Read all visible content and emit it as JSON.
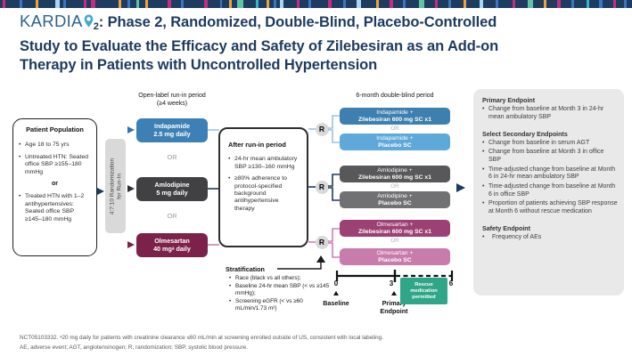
{
  "header": {
    "logo_text": "KARDIA",
    "logo_sub": "2",
    "title_line1": ": Phase 2, Randomized, Double-Blind, Placebo-Controlled",
    "title_line2": "Study to Evaluate the Efficacy and Safety of Zilebesiran as an Add-on",
    "title_line3": "Therapy in Patients with Uncontrolled Hypertension"
  },
  "patient_population": {
    "title": "Patient Population",
    "bullet1": "Age 18 to 75 yrs",
    "bullet2": "Untreated HTN: Seated office SBP ≥155–180 mmHg",
    "or": "or",
    "bullet3": "Treated HTN with 1–2 antihypertensives: Seated office SBP ≥145–180 mmHg"
  },
  "randomization_bar": {
    "line1": "4:7:10 Randomization",
    "line2": "for Run-In"
  },
  "run_in": {
    "header_line1": "Open-label run-in period",
    "header_line2": "(≥4 weeks)",
    "or": "OR",
    "drugs": [
      {
        "line1": "Indapamide",
        "line2": "2.5 mg daily"
      },
      {
        "line1": "Amlodipine",
        "line2": "5 mg daily"
      },
      {
        "line1": "Olmesartan",
        "line2": "40 mgᵃ daily"
      }
    ]
  },
  "after_run_in": {
    "title": "After run-in period",
    "bullet1": "24-hr mean ambulatory SBP ≥130–160 mmHg",
    "bullet2": "≥80% adherence to protocol-specified background antihypertensive therapy"
  },
  "double_blind": {
    "header": "6-month double-blind period",
    "r_label": "R",
    "or": "OR",
    "pairs": [
      {
        "top1": "Indapamide +",
        "top2": "Zilebesiran 600 mg SC x1",
        "bot1": "Indapamide +",
        "bot2": "Placebo SC"
      },
      {
        "top1": "Amlodipine +",
        "top2": "Zilebesiran 600 mg SC x1",
        "bot1": "Amlodipine +",
        "bot2": "Placebo SC"
      },
      {
        "top1": "Olmesartan +",
        "top2": "Zilebesiran 600 mg SC x1",
        "bot1": "Olmesartan +",
        "bot2": "Placebo SC"
      }
    ]
  },
  "stratification": {
    "title": "Stratification",
    "bullet1": "Race (black vs all others);",
    "bullet2": "Baseline 24-hr mean SBP (< vs ≥145 mmHg);",
    "bullet3": "Screening eGFR (< vs ≥60 mL/min/1.73 m²)"
  },
  "timeline": {
    "tick0": "0",
    "tick3": "3",
    "tick6": "6",
    "baseline_label": "Baseline",
    "primary_label1": "Primary",
    "primary_label2": "Endpoint",
    "rescue": "Rescue medication permitted"
  },
  "endpoints_panel": {
    "primary_title": "Primary Endpoint",
    "primary_b1": "Change from baseline at Month 3 in 24-hr mean ambulatory SBP",
    "secondary_title": "Select Secondary Endpoints",
    "secondary_b1": "Change from baseline in serum AGT",
    "secondary_b2": "Change from baseline at Month 3 in office SBP",
    "secondary_b3": "Time-adjusted change from baseline at Month 6 in 24-hr mean ambulatory SBP",
    "secondary_b4": "Time-adjusted change from baseline at Month 6 in office SBP",
    "secondary_b5": "Proportion of patients achieving SBP response at Month 6 without rescue medication",
    "safety_title": "Safety Endpoint",
    "safety_b1": "Frequency of AEs"
  },
  "footnotes": {
    "line1": "NCT05103332. ᵃ20 mg daily for patients with creatinine clearance ≤60 mL/min at screening enrolled outside of US, consistent with local labeling.",
    "line2": "AE, adverse event; AGT, angiotensinogen; R, randomization; SBP, systolic blood pressure."
  },
  "colors": {
    "c-navy": "#1d3a5f",
    "c-kardia": "#2f6293",
    "c-pin": "#45a5d9",
    "c-ind": "#3c80b5",
    "c-ind-zil": "#3d7fae",
    "c-ind-pbo": "#5ea9da",
    "c-aml": "#414042",
    "c-aml-zil": "#58585a",
    "c-aml-pbo": "#717174",
    "c-olm": "#7c2149",
    "c-olm-zil": "#9d4174",
    "c-olm-pbo": "#c77cab",
    "c-line-blue": "#9cc3e5",
    "c-line-pink": "#cf7fb4",
    "c-graybar": "#d9d9d9",
    "c-panel": "#e9e9e9",
    "c-green": "#2ea687",
    "c-foot": "#595959"
  }
}
